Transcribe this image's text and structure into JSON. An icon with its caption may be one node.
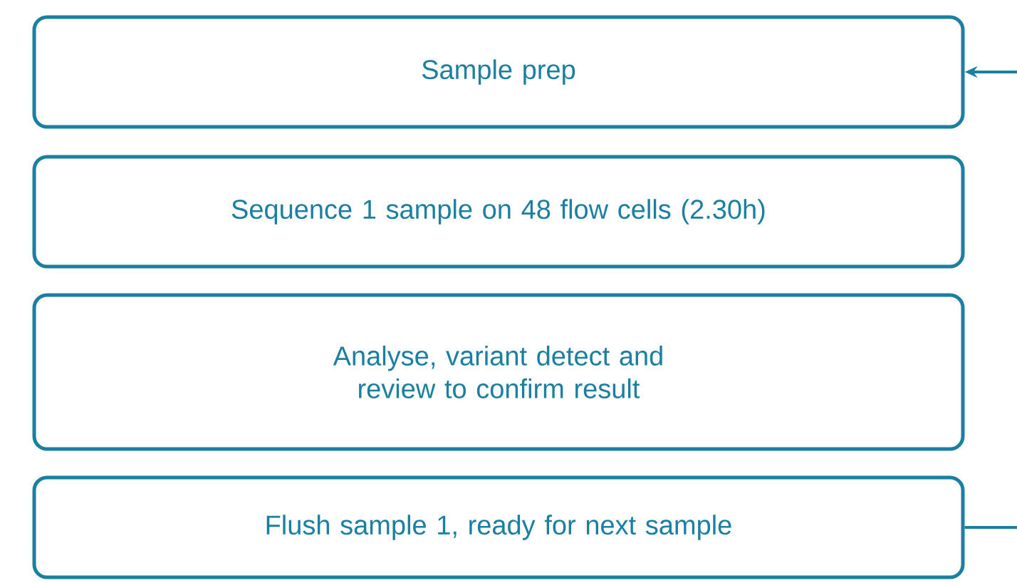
{
  "diagram": {
    "nodes": [
      {
        "text": [
          "Sample prep"
        ]
      },
      {
        "text": [
          "Sequence 1 sample on 48 flow cells (2.30h)"
        ]
      },
      {
        "text": [
          "Analyse, variant detect and review to confirm result"
        ]
      },
      {
        "text": [
          "Flush sample 1, ready for next sample"
        ]
      }
    ],
    "edges": [
      {
        "from": null,
        "to": 0,
        "arrow": "to"
      },
      {
        "from": 3,
        "to": null,
        "arrow": "none"
      }
    ]
  }
}
